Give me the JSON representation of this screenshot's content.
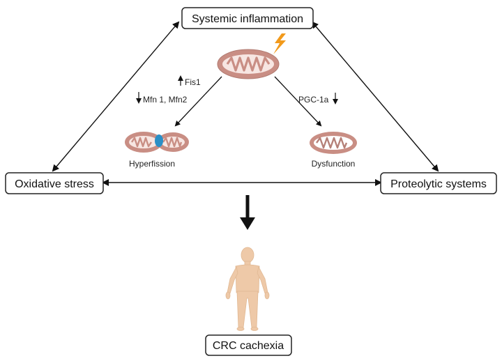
{
  "nodes": {
    "systemic_inflammation": "Systemic inflammation",
    "oxidative_stress": "Oxidative stress",
    "proteolytic_systems": "Proteolytic systems",
    "crc_cachexia": "CRC cachexia"
  },
  "mito_labels": {
    "fis1": "Fis1",
    "mfn": "Mfn 1, Mfn2",
    "pgc": "PGC-1a",
    "hyperfission": "Hyperfission",
    "dysfunction": "Dysfunction"
  },
  "colors": {
    "mito_outer": "#c98e84",
    "mito_inner": "#f7e6e2",
    "fission_site": "#2b8fc6",
    "lightning": "#f29a1b",
    "body": "#eec9a8",
    "arrow": "#111111"
  },
  "icons": [
    "lightning-icon",
    "mitochondrion-icon",
    "human-figure-icon",
    "up-arrow-icon",
    "down-arrow-icon"
  ]
}
